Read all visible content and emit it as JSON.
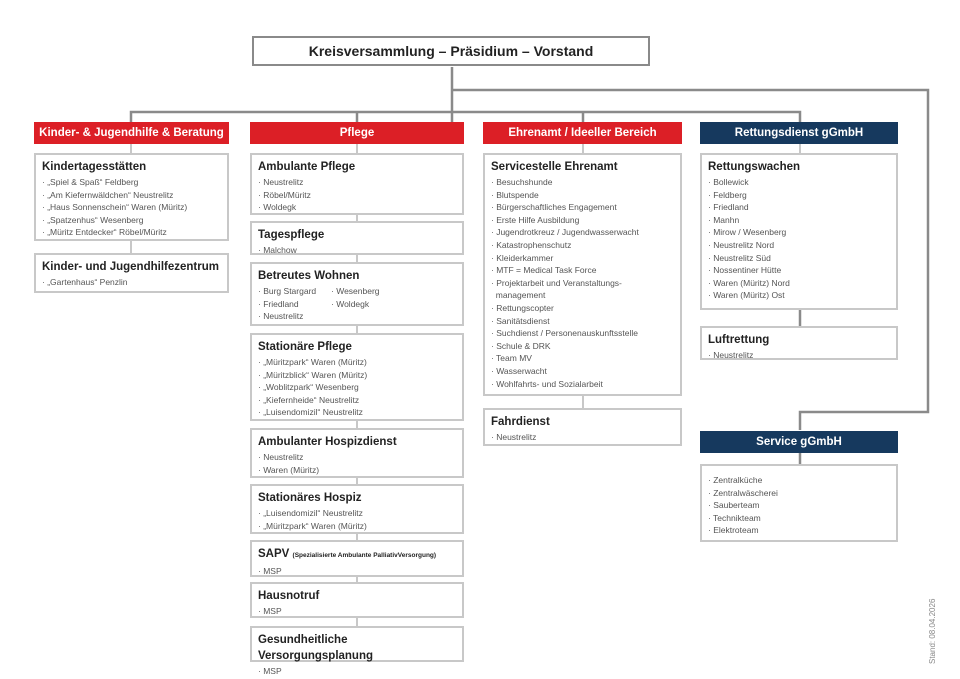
{
  "title": "Kreisversammlung – Präsidium – Vorstand",
  "stand": "Stand: 08.04.2026",
  "colors": {
    "red": "#dc1f26",
    "navy": "#16395e",
    "line": "#8a8a8a",
    "box_border": "#c8c8c8"
  },
  "columns": {
    "kinder": {
      "header": "Kinder- & Jugendhilfe & Beratung",
      "boxes": [
        {
          "title": "Kindertagesstätten",
          "items": [
            "„Spiel & Spaß“ Feldberg",
            "„Am Kiefernwäldchen“ Neustrelitz",
            "„Haus Sonnenschein“ Waren (Müritz)",
            "„Spatzenhus“ Wesenberg",
            "„Müritz Entdecker“ Röbel/Müritz"
          ]
        },
        {
          "title": "Kinder- und Jugendhilfezentrum",
          "items": [
            "„Gartenhaus“ Penzlin"
          ]
        }
      ]
    },
    "pflege": {
      "header": "Pflege",
      "boxes": [
        {
          "title": "Ambulante Pflege",
          "items": [
            "Neustrelitz",
            "Röbel/Müritz",
            "Woldegk"
          ]
        },
        {
          "title": "Tagespflege",
          "items": [
            "Malchow"
          ]
        },
        {
          "title": "Betreutes Wohnen",
          "items_left": [
            "Burg Stargard",
            "Friedland",
            "Neustrelitz"
          ],
          "items_right": [
            "Wesenberg",
            "Woldegk"
          ]
        },
        {
          "title": "Stationäre Pflege",
          "items": [
            "„Müritzpark“ Waren (Müritz)",
            "„Müritzblick“ Waren (Müritz)",
            "„Woblitzpark“ Wesenberg",
            "„Kiefernheide“ Neustrelitz",
            "„Luisendomizil“ Neustrelitz"
          ]
        },
        {
          "title": "Ambulanter Hospizdienst",
          "items": [
            "Neustrelitz",
            "Waren (Müritz)"
          ]
        },
        {
          "title": "Stationäres Hospiz",
          "items": [
            "„Luisendomizil“ Neustrelitz",
            "„Müritzpark“ Waren (Müritz)"
          ]
        },
        {
          "title": "SAPV",
          "subtitle": "(Spezialisierte Ambulante PalliativVersorgung)",
          "items": [
            "MSP"
          ]
        },
        {
          "title": "Hausnotruf",
          "items": [
            "MSP"
          ]
        },
        {
          "title": "Gesundheitliche Versorgungsplanung",
          "items": [
            "MSP"
          ]
        }
      ]
    },
    "ehrenamt": {
      "header": "Ehrenamt / Ideeller Bereich",
      "boxes": [
        {
          "title": "Servicestelle Ehrenamt",
          "items": [
            "Besuchshunde",
            "Blutspende",
            "Bürgerschaftliches Engagement",
            "Erste Hilfe Ausbildung",
            "Jugendrotkreuz / Jugendwasserwacht",
            "Katastrophenschutz",
            "Kleiderkammer",
            "MTF = Medical Task Force",
            "Projektarbeit und Veranstaltungs-",
            "Rettungscopter",
            "Sanitätsdienst",
            "Suchdienst / Personenauskunftsstelle",
            "Schule & DRK",
            "Team MV",
            "Wasserwacht",
            "Wohlfahrts- und Sozialarbeit"
          ],
          "continuation": "management"
        },
        {
          "title": "Fahrdienst",
          "items": [
            "Neustrelitz"
          ]
        }
      ]
    },
    "rettung": {
      "header": "Rettungsdienst gGmbH",
      "boxes": [
        {
          "title": "Rettungswachen",
          "items": [
            "Bollewick",
            "Feldberg",
            "Friedland",
            "Manhn",
            "Mirow / Wesenberg",
            "Neustrelitz Nord",
            "Neustrelitz Süd",
            "Nossentiner Hütte",
            "Waren (Müritz) Nord",
            "Waren (Müritz) Ost"
          ]
        },
        {
          "title": "Luftrettung",
          "items": [
            "Neustrelitz"
          ]
        }
      ]
    },
    "service": {
      "header": "Service gGmbH",
      "items": [
        "Zentralküche",
        "Zentralwäscherei",
        "Sauberteam",
        "Technikteam",
        "Elektroteam"
      ]
    }
  }
}
